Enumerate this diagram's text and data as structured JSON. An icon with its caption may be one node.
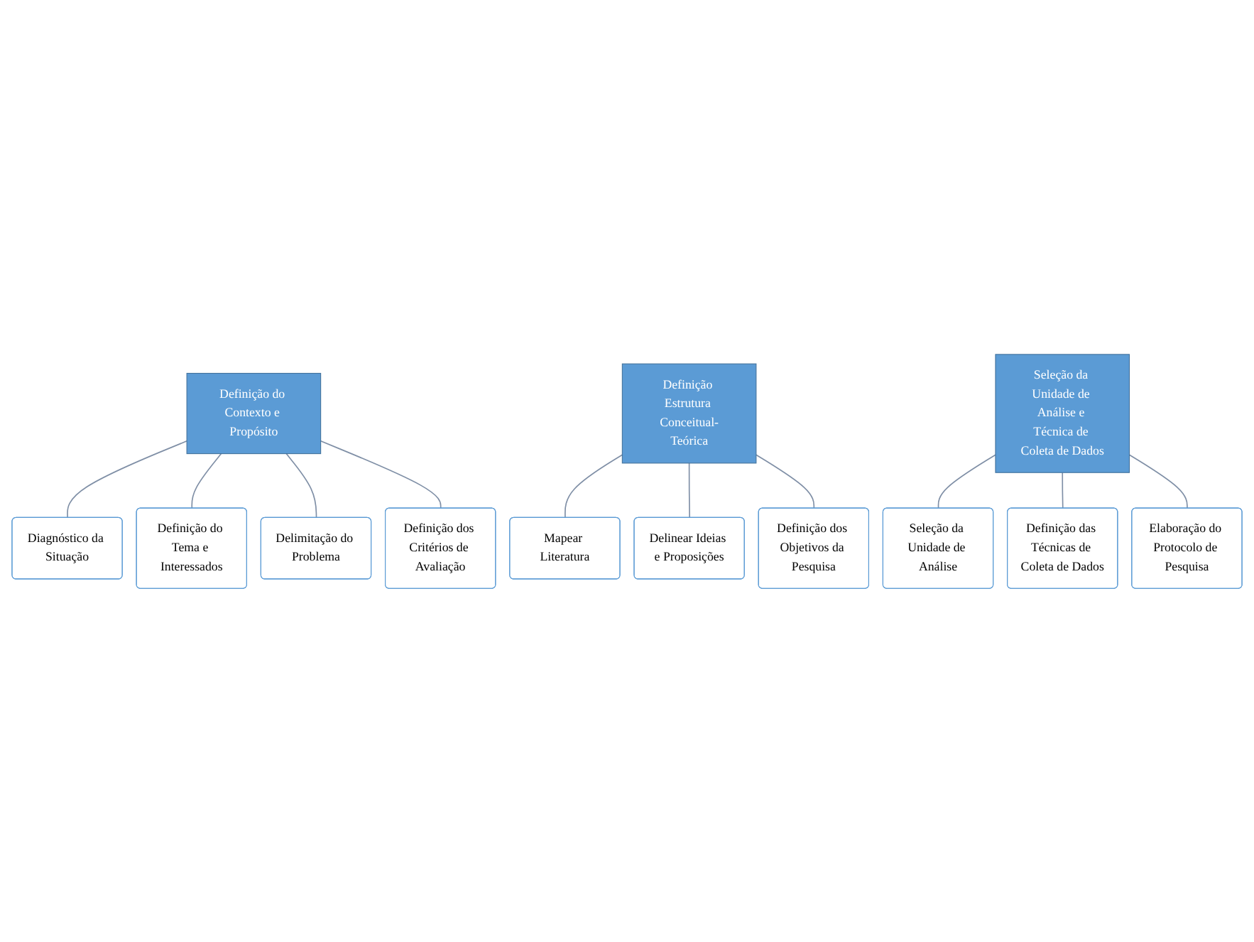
{
  "diagram": {
    "nodes": [
      {
        "text": [
          "Definição do Contexto e Propósito"
        ]
      },
      {
        "text": [
          "Diagnóstico da Situação"
        ]
      },
      {
        "text": [
          "Definição do Tema e Interessados"
        ]
      },
      {
        "text": [
          "Delimitação do Problema"
        ]
      },
      {
        "text": [
          "Definição dos Critérios de Avaliação"
        ]
      },
      {
        "text": [
          "Definição Estrutura Conceitual-Teórica"
        ]
      },
      {
        "text": [
          "Mapear Literatura"
        ]
      },
      {
        "text": [
          "Delinear Ideias e Proposições"
        ]
      },
      {
        "text": [
          "Definição dos Objetivos da Pesquisa"
        ]
      },
      {
        "text": [
          "Seleção da Unidade de Análise e Técnica de Coleta de Dados"
        ]
      },
      {
        "text": [
          "Seleção da Unidade de Análise"
        ]
      },
      {
        "text": [
          "Definição das Técnicas de Coleta de Dados"
        ]
      },
      {
        "text": [
          "Elaboração do Protocolo de Pesquisa"
        ]
      }
    ],
    "edges": [
      {
        "from": 0,
        "to": 1,
        "arrow": "none"
      },
      {
        "from": 0,
        "to": 2,
        "arrow": "none"
      },
      {
        "from": 0,
        "to": 3,
        "arrow": "none"
      },
      {
        "from": 0,
        "to": 4,
        "arrow": "none"
      },
      {
        "from": 5,
        "to": 6,
        "arrow": "none"
      },
      {
        "from": 5,
        "to": 7,
        "arrow": "none"
      },
      {
        "from": 5,
        "to": 8,
        "arrow": "none"
      },
      {
        "from": 9,
        "to": 10,
        "arrow": "none"
      },
      {
        "from": 9,
        "to": 11,
        "arrow": "none"
      },
      {
        "from": 9,
        "to": 12,
        "arrow": "none"
      }
    ]
  }
}
